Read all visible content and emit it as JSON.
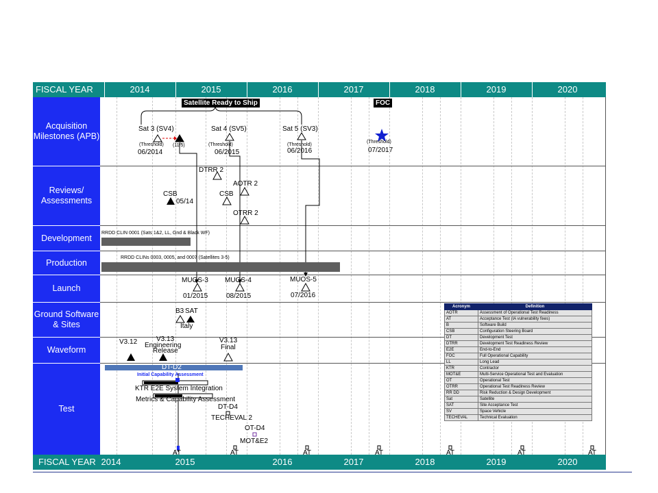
{
  "header": {
    "label": "FISCAL YEAR",
    "years": [
      "2014",
      "2015",
      "2016",
      "2017",
      "2018",
      "2019",
      "2020"
    ]
  },
  "footer": {
    "label": "FISCAL YEAR",
    "years": [
      "2014",
      "2015",
      "2016",
      "2017",
      "2018",
      "2019",
      "2020"
    ]
  },
  "rows": [
    "Acquisition Milestones (APB)",
    "Reviews/ Assessments",
    "Development",
    "Production",
    "Launch",
    "Ground Software & Sites",
    "Waveform",
    "Test"
  ],
  "milestones": {
    "satellite_ready": "Satellite Ready to Ship",
    "foc": "FOC",
    "sat3": "Sat 3 (SV4)",
    "sat4": "Sat 4 (SV5)",
    "sat5": "Sat 5 (SV3)",
    "threshold": "(Threshold)",
    "eleven_five": "(11/5)",
    "d1": "06/2014",
    "d2": "06/2015",
    "d3": "06/2016",
    "d4": "07/2017"
  },
  "reviews": {
    "dtrr2": "DTRR 2",
    "aotr2": "AOTR 2",
    "csb1": "CSB",
    "csb1_date": "05/14",
    "csb2": "CSB",
    "otrr2": "OTRR 2"
  },
  "development": {
    "bar_label": "RRDD CLIN 0001 (Sats 1&2, LL, Gnd & Black WF)"
  },
  "production": {
    "bar_label": "RRDD CLINs 0003, 0005, and 0007 (Satellites 3-5)"
  },
  "launch": {
    "m3": "MUOS-3",
    "m3d": "01/2015",
    "m4": "MUOS-4",
    "m4d": "08/2015",
    "m5": "MUOS-5",
    "m5d": "07/2016"
  },
  "ground": {
    "b3": "B3",
    "sat": "SAT",
    "italy": "Italy"
  },
  "waveform": {
    "v312": "V3.12",
    "v313": "V3.13",
    "eng": "Engineering",
    "rel": "Release",
    "v313b": "V3.13",
    "final": "Final"
  },
  "test": {
    "dt_d2": "DT-D2",
    "ica": "Initial Capability Assessment",
    "ktr": "KTR E2E System Integration",
    "mca": "Metrics & Capability Assessment",
    "dt_d4": "DT-D4",
    "techeval": "TECHEVAL 2",
    "ot_d4": "OT-D4",
    "motae": "MOT&E2",
    "at": "AT"
  },
  "acronyms": {
    "headers": [
      "Acronym",
      "Definition"
    ],
    "rows": [
      [
        "AOTR",
        "Assessment of Operational Test Readiness"
      ],
      [
        "AT",
        "Acceptance Test (IA vulnerability fixes)"
      ],
      [
        "B",
        "Software Build"
      ],
      [
        "CSB",
        "Configuration Steering Board"
      ],
      [
        "DT",
        "Development Test"
      ],
      [
        "DTRR",
        "Development Test Readiness Review"
      ],
      [
        "E2E",
        "End-to-End"
      ],
      [
        "FOC",
        "Full Operational Capability"
      ],
      [
        "LL",
        "Long Lead"
      ],
      [
        "KTR",
        "Contractor"
      ],
      [
        "MOT&E",
        "Multi-Service Operational Test and Evaluation"
      ],
      [
        "OT",
        "Operational Test"
      ],
      [
        "OTRR",
        "Operational Test Readiness Review"
      ],
      [
        "RR DD",
        "Risk Reduction & Design Development"
      ],
      [
        "Sat",
        "Satellite"
      ],
      [
        "SAT",
        "Site Acceptance Test"
      ],
      [
        "SV",
        "Space Vehicle"
      ],
      [
        "TECHEVAL",
        "Technical Evaluation"
      ]
    ]
  },
  "colors": {
    "teal": "#0e8a85",
    "blue": "#1c2cf2",
    "navy": "#12236a",
    "bar": "#5f5f5f"
  }
}
